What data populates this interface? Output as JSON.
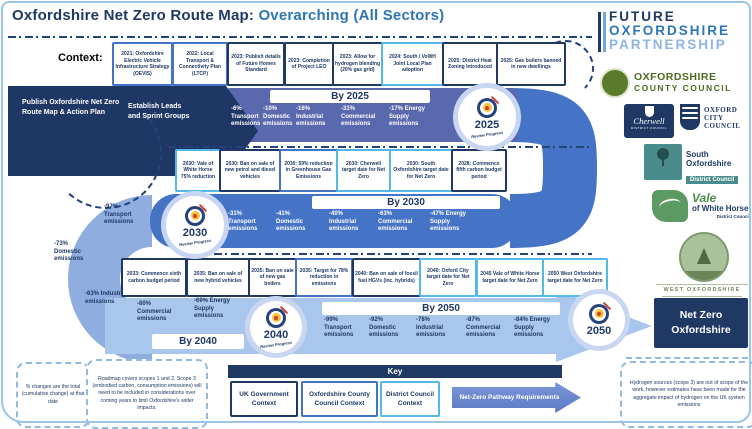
{
  "title": {
    "prefix": "Oxfordshire Net Zero Route Map:",
    "highlight": "Overarching (All Sectors)"
  },
  "context": {
    "label": "Context:",
    "boxes": [
      {
        "text": "2021: Oxfordshire Electric Vehicle Infrastructure Strategy (OEVIS)",
        "type": "county"
      },
      {
        "text": "2022: Local Transport & Connectivity Plan (LTCP)",
        "type": "county"
      },
      {
        "text": "2023: Publish details of Future Homes Standard",
        "type": "uk"
      },
      {
        "text": "2023: Completion of Project LEO",
        "type": "uk"
      },
      {
        "text": "2023: Allow for hydrogen blending (20% gas grid)",
        "type": "uk"
      },
      {
        "text": "2024: South / VoWH Joint Local Plan adoption",
        "type": "district"
      },
      {
        "text": "2025: District Heat Zoning Introduced",
        "type": "uk"
      },
      {
        "text": "2025: Gas boilers banned in new dwellings",
        "type": "uk"
      }
    ]
  },
  "start": {
    "line1": "Publish Oxfordshire Net Zero Route Map & Action Plan",
    "line2": "Establish Leads and Sprint Groups"
  },
  "bands": {
    "by2025": {
      "label": "By 2025",
      "stats": [
        "-6% Transport emissions",
        "-10% Domestic emissions",
        "-16% Industrial emissions",
        "-31% Commercial emissions",
        "-17% Energy Supply emissions"
      ]
    },
    "by2030": {
      "label": "By 2030",
      "stats": [
        "-31% Transport emissions",
        "-41% Domestic emissions",
        "-40% Industrial emissions",
        "-63% Commercial emissions",
        "-47% Energy Supply emissions"
      ]
    },
    "by2040": {
      "label": "By 2040",
      "stats": [
        "-97% Transport emissions",
        "-73% Domestic emissions",
        "-63% Industrial emissions",
        "-80% Commercial emissions",
        "-69% Energy Supply emissions"
      ]
    },
    "by2050": {
      "label": "By 2050",
      "stats": [
        "-99% Transport emissions",
        "-92% Domestic emissions",
        "-78% Industrial emissions",
        "-87% Commercial emissions",
        "-84% Energy Supply emissions"
      ]
    }
  },
  "milestones": {
    "row2030": [
      {
        "text": "2030: Vale of White Horse 75% reduction",
        "type": "district"
      },
      {
        "text": "2030: Ban on sale of new petrol and diesel vehicles",
        "type": "uk"
      },
      {
        "text": "2030: 59% reduction in Greenhouse Gas Emissions",
        "type": "county"
      },
      {
        "text": "2030: Cherwell target date for Net Zero",
        "type": "district"
      },
      {
        "text": "2030: South Oxfordshire target date for Net Zero",
        "type": "district"
      },
      {
        "text": "2028: Commence fifth carbon budget period",
        "type": "uk"
      }
    ],
    "row2040": [
      {
        "text": "2033: Commence sixth carbon budget period",
        "type": "uk"
      },
      {
        "text": "2035: Ban on sale of new hybrid vehicles",
        "type": "uk"
      },
      {
        "text": "2035: Ban on sale of new gas boilers",
        "type": "uk"
      },
      {
        "text": "2035: Target for 78% reduction in emissions",
        "type": "county"
      },
      {
        "text": "2040: Ban on sale of fossil fuel HGVs (inc. hybrids)",
        "type": "uk"
      },
      {
        "text": "2040: Oxford City target date for Net Zero",
        "type": "district"
      },
      {
        "text": "2045 Vale of White Horse target date for Net Zero",
        "type": "district"
      },
      {
        "text": "2050 West Oxfordshire target date for Net Zero",
        "type": "district"
      }
    ]
  },
  "checkpoints": {
    "c2025": {
      "year": "2025",
      "review": "Review Progress"
    },
    "c2030": {
      "year": "2030",
      "review": "Review Progress"
    },
    "c2040": {
      "year": "2040",
      "review": "Review Progress"
    },
    "c2050": {
      "year": "2050"
    }
  },
  "endpoint": {
    "label": "Net Zero Oxfordshire"
  },
  "key": {
    "title": "Key",
    "items": [
      {
        "label": "UK Government Context",
        "type": "uk"
      },
      {
        "label": "Oxfordshire County Council Context",
        "type": "county"
      },
      {
        "label": "District Council Context",
        "type": "district"
      }
    ],
    "arrow": "Net-Zero Pathway Requirements"
  },
  "notes": {
    "left1": "% changes are the total (cumulative change) at that date",
    "left2": "Roadmap covers scopes 1 and 2. Scope 3 (embodied carbon, consumption emissions) will need to be included in considerations over coming years to limit Oxfordshire's wider impacts.",
    "right": "Hydrogen sources (scope 3) are out of scope of the work, however estimates have been made for the aggregate impact of hydrogen on the UK system emissions"
  },
  "logos": {
    "fop": {
      "lines": [
        "FUTURE",
        "OXFORDSHIRE",
        "PARTNERSHIP"
      ]
    },
    "occ": {
      "lines": [
        "OXFORDSHIRE",
        "COUNTY COUNCIL"
      ]
    },
    "cherwell": {
      "name": "Cherwell",
      "sub": "DISTRICT COUNCIL"
    },
    "oxford": {
      "lines": [
        "OXFORD",
        "CITY",
        "COUNCIL"
      ]
    },
    "south": {
      "line1": "South Oxfordshire",
      "line2": "District Council"
    },
    "vale": {
      "line1": "Vale",
      "line2": "of White Horse",
      "line3": "District Council"
    },
    "west": {
      "lines": [
        "WEST OXFORDSHIRE",
        "DISTRICT COUNCIL"
      ]
    }
  },
  "colors": {
    "navy": "#1F3864",
    "accent": "#2E75B6",
    "uk_border": "#1F3864",
    "county_border": "#4472C4",
    "district_border": "#55B8E9",
    "band2025": "#5A68AE",
    "band2030": "#4573C6",
    "band2040": "#8FAEDF",
    "band2050": "#A9C6EC"
  }
}
